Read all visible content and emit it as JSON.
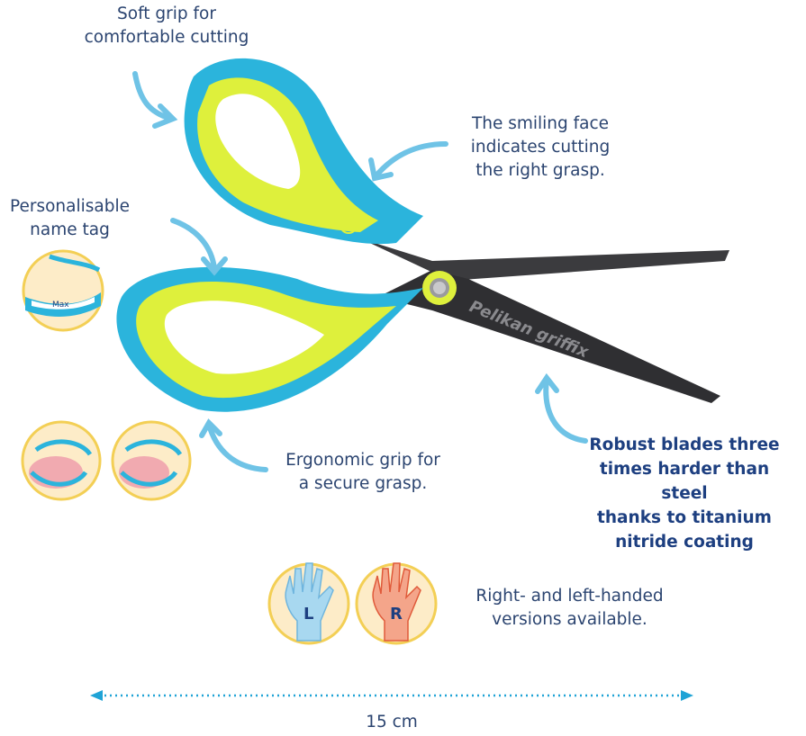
{
  "annotations": {
    "soft_grip": [
      "Soft grip for",
      "comfortable cutting"
    ],
    "smiling_face": [
      "The smiling face",
      "indicates cutting",
      "the right grasp."
    ],
    "name_tag": [
      "Personalisable",
      "name tag"
    ],
    "ergonomic": [
      "Ergonomic grip for",
      "a secure grasp."
    ],
    "blades": [
      "Robust blades three",
      "times harder than steel",
      "thanks to titanium",
      "nitride coating"
    ],
    "handed": [
      "Right- and left-handed",
      "versions available."
    ]
  },
  "name_tag_sample": "Max",
  "hand_left_letter": "L",
  "hand_right_letter": "R",
  "brand": "Pelikan griffix",
  "length_label": "15 cm",
  "colors": {
    "handle_blue": "#2bb4dc",
    "handle_yellow": "#def03c",
    "blade": "#3b3b3e",
    "arrow": "#6fc3e6",
    "text": "#2b4470",
    "bold_text": "#1d3f80",
    "badge_ring": "#f3cf55",
    "badge_fill": "#fdecc8"
  }
}
